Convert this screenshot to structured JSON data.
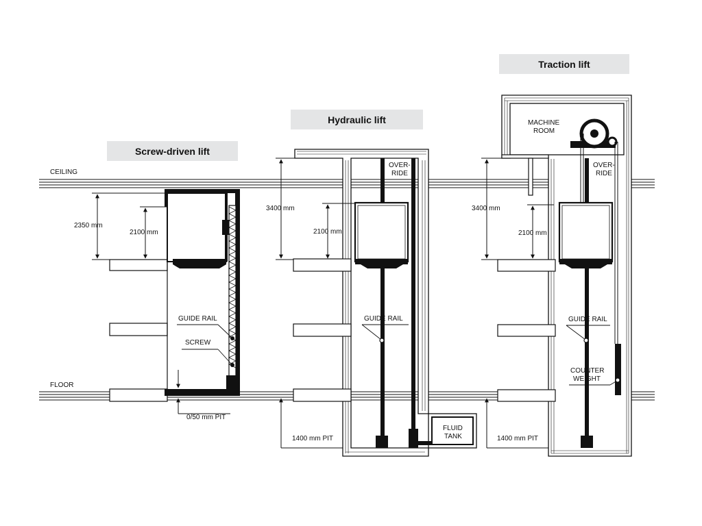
{
  "titles": {
    "screw": "Screw-driven lift",
    "hydraulic": "Hydraulic lift",
    "traction": "Traction lift"
  },
  "labels": {
    "ceiling": "CEILING",
    "floor": "FLOOR",
    "screw_headroom": "2350 mm",
    "screw_car_height": "2100 mm",
    "screw_guide_rail": "GUIDE RAIL",
    "screw_screw": "SCREW",
    "screw_pit": "0/50 mm  PIT",
    "hyd_override_1": "OVER-",
    "hyd_override_2": "RIDE",
    "hyd_headroom": "3400 mm",
    "hyd_car_height": "2100 mm",
    "hyd_guide_rail": "GUIDE RAIL",
    "hyd_pit": "1400 mm PIT",
    "hyd_fluid_1": "FLUID",
    "hyd_fluid_2": "TANK",
    "tr_machine_1": "MACHINE",
    "tr_machine_2": "ROOM",
    "tr_override_1": "OVER-",
    "tr_override_2": "RIDE",
    "tr_headroom": "3400 mm",
    "tr_car_height": "2100 mm",
    "tr_guide_rail": "GUIDE RAIL",
    "tr_counter_1": "COUNTER",
    "tr_counter_2": "WEIGHT",
    "tr_pit": "1400 mm PIT"
  },
  "colors": {
    "line": "#111111",
    "wall_fill": "#ffffff",
    "title_bg": "#e4e5e6"
  }
}
